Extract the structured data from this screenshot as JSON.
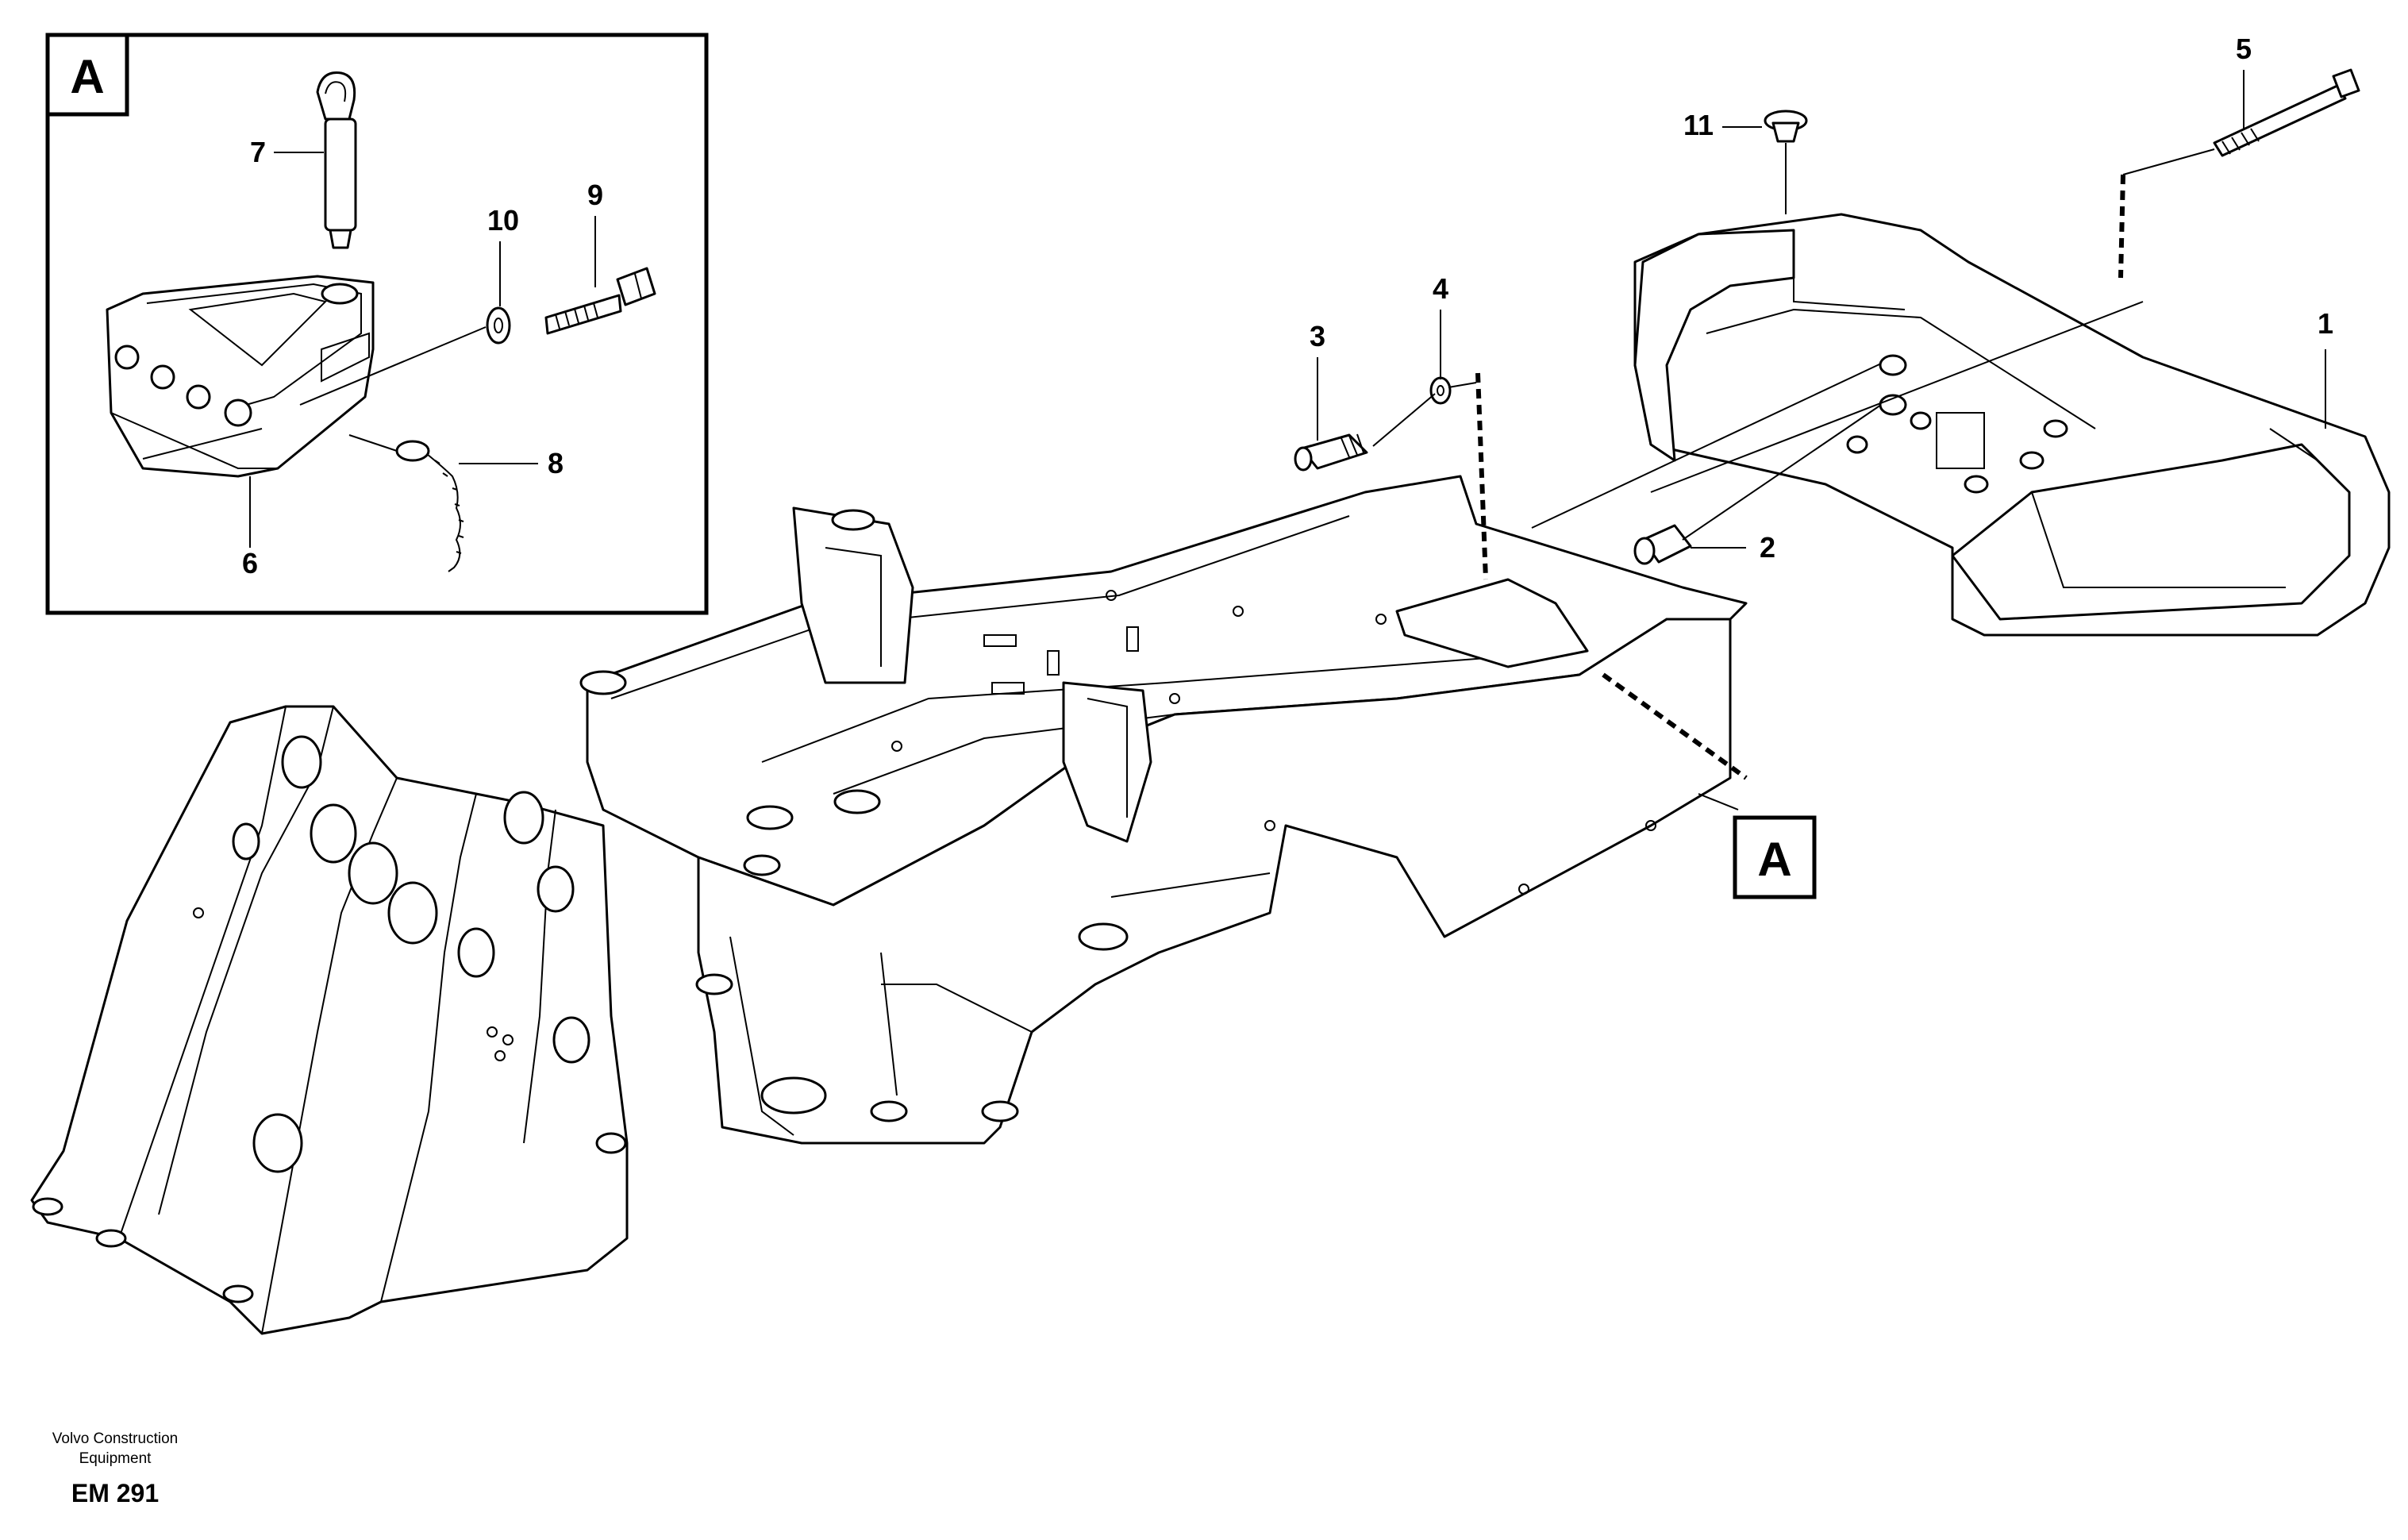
{
  "detail_box": {
    "label": "A"
  },
  "reference_box": {
    "label": "A"
  },
  "callouts": {
    "c1": "1",
    "c2": "2",
    "c3": "3",
    "c4": "4",
    "c5": "5",
    "c6": "6",
    "c7": "7",
    "c8": "8",
    "c9": "9",
    "c10": "10",
    "c11": "11"
  },
  "footer": {
    "line1": "Volvo Construction",
    "line2": "Equipment",
    "code": "EM 291"
  }
}
